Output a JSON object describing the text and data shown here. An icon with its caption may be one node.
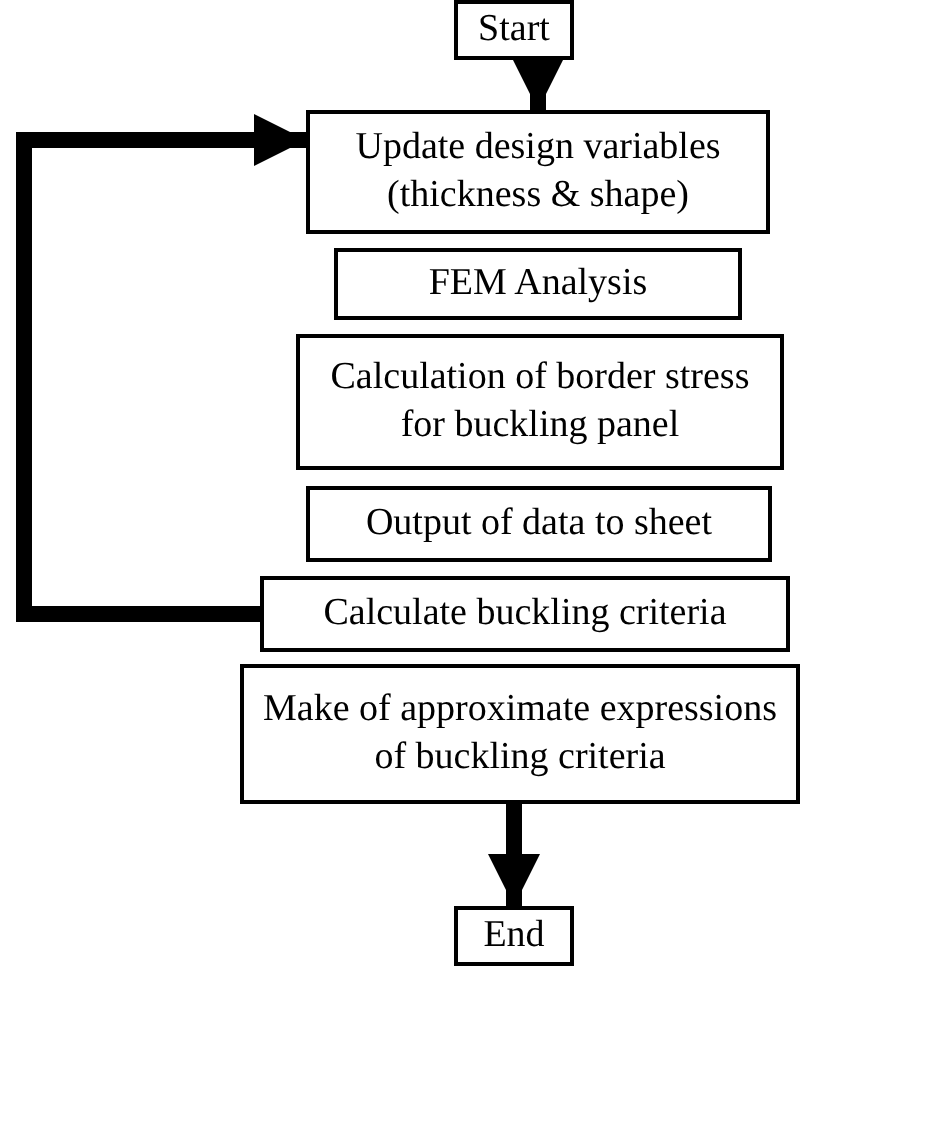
{
  "diagram": {
    "nodes": [
      {
        "text": [
          "Start"
        ]
      },
      {
        "text": [
          "Update design variables (thickness & shape)"
        ]
      },
      {
        "text": [
          "FEM Analysis"
        ]
      },
      {
        "text": [
          "Calculation of border stress for buckling panel"
        ]
      },
      {
        "text": [
          "Output of data to sheet"
        ]
      },
      {
        "text": [
          "Calculate buckling criteria"
        ]
      },
      {
        "text": [
          "Make of approximate expressions of buckling criteria"
        ]
      },
      {
        "text": [
          "End"
        ]
      }
    ],
    "edges": [
      {
        "from": 0,
        "to": 1,
        "arrow": "to"
      },
      {
        "from": 5,
        "to": 1,
        "arrow": "to"
      },
      {
        "from": 6,
        "to": 7,
        "arrow": "to"
      }
    ]
  }
}
